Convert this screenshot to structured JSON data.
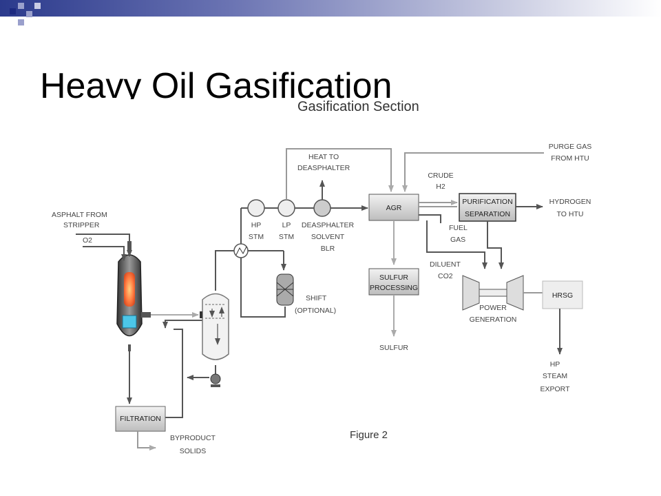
{
  "slide": {
    "title": "Heavy Oil Gasification",
    "theme_colors": {
      "bar": "#2b3a8c",
      "accent": "#6b74b3"
    }
  },
  "figure": {
    "title": "Gasification Section",
    "caption": "Figure 2",
    "labels": {
      "asphalt_l1": "ASPHALT FROM",
      "asphalt_l2": "STRIPPER",
      "o2": "O2",
      "heat_l1": "HEAT TO",
      "heat_l2": "DEASPHALTER",
      "hp_l1": "HP",
      "hp_l2": "STM",
      "lp_l1": "LP",
      "lp_l2": "STM",
      "deas_l1": "DEASPHALTER",
      "deas_l2": "SOLVENT",
      "deas_l3": "BLR",
      "crude_l1": "CRUDE",
      "crude_l2": "H2",
      "purge_l1": "PURGE GAS",
      "purge_l2": "FROM HTU",
      "agr": "AGR",
      "purif_l1": "PURIFICATION",
      "purif_l2": "SEPARATION",
      "hydrogen_l1": "HYDROGEN",
      "hydrogen_l2": "TO HTU",
      "fuel_l1": "FUEL",
      "fuel_l2": "GAS",
      "diluent_l1": "DILUENT",
      "diluent_l2": "CO2",
      "sulfur_proc_l1": "SULFUR",
      "sulfur_proc_l2": "PROCESSING",
      "sulfur": "SULFUR",
      "shift_l1": "SHIFT",
      "shift_l2": "(OPTIONAL)",
      "power_l1": "POWER",
      "power_l2": "GENERATION",
      "hrsg": "HRSG",
      "hp_steam_l1": "HP",
      "hp_steam_l2": "STEAM",
      "hp_steam_l3": "EXPORT",
      "filtration": "FILTRATION",
      "byproduct_l1": "BYPRODUCT",
      "byproduct_l2": "SOLIDS"
    }
  }
}
